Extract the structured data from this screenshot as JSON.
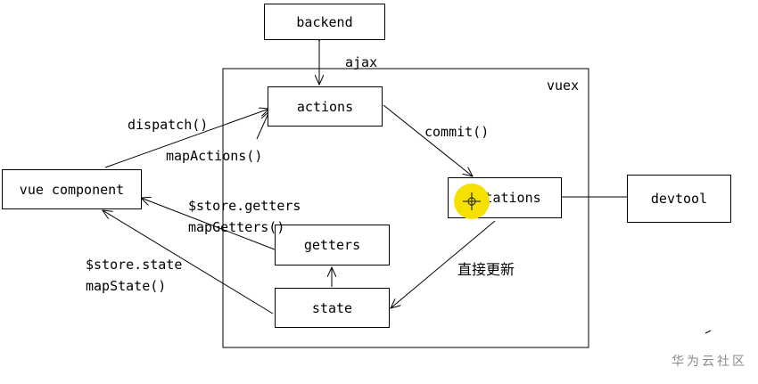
{
  "diagram": {
    "container_label": "vuex",
    "nodes": {
      "backend": "backend",
      "actions": "actions",
      "mutations": "mutations",
      "getters": "getters",
      "state": "state",
      "vue_component": "vue component",
      "devtool": "devtool"
    },
    "edge_labels": {
      "ajax": "ajax",
      "dispatch": "dispatch()",
      "map_actions": "mapActions()",
      "commit": "commit()",
      "store_getters": "$store.getters",
      "map_getters": "mapGetters()",
      "store_state": "$store.state",
      "map_state": "mapState()",
      "direct_update": "直接更新"
    }
  },
  "cursor_color": "#f5e000",
  "watermark": "华为云社区"
}
